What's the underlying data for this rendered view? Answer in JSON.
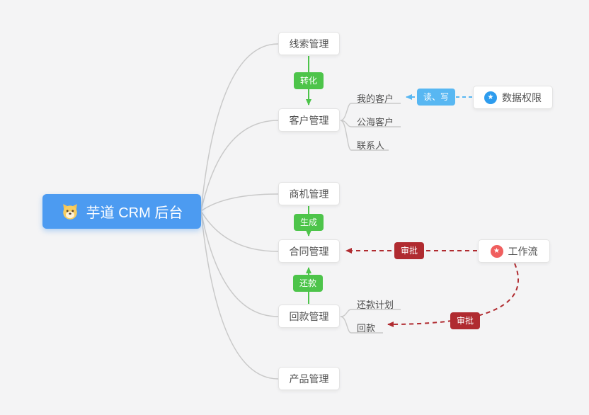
{
  "diagram": {
    "root": {
      "label": "芋道 CRM 后台",
      "icon": "dog-icon"
    },
    "branches": [
      {
        "id": "leads",
        "label": "线索管理"
      },
      {
        "id": "customers",
        "label": "客户管理",
        "children": [
          {
            "label": "我的客户"
          },
          {
            "label": "公海客户"
          },
          {
            "label": "联系人"
          }
        ]
      },
      {
        "id": "opportunities",
        "label": "商机管理"
      },
      {
        "id": "contracts",
        "label": "合同管理"
      },
      {
        "id": "receivables",
        "label": "回款管理",
        "children": [
          {
            "label": "还款计划"
          },
          {
            "label": "回款"
          }
        ]
      },
      {
        "id": "products",
        "label": "产品管理"
      }
    ],
    "side_nodes": [
      {
        "id": "data-permission",
        "label": "数据权限",
        "icon": "star-icon"
      },
      {
        "id": "workflow",
        "label": "工作流",
        "icon": "star-icon"
      }
    ],
    "edge_labels": {
      "convert": "转化",
      "generate": "生成",
      "repay": "还款",
      "read_write": "读、写",
      "approve_contract": "审批",
      "approve_receivable": "审批"
    }
  },
  "icons": {
    "star_glyph": "★"
  },
  "colors": {
    "page_bg": "#f4f4f5",
    "root_bg": "#4c9bf1",
    "green": "#4dc44a",
    "blue": "#58b7f2",
    "red": "#b02b30",
    "node_border": "#e3e3e3",
    "line_gray": "#c9c9c9",
    "icon_blue": "#2d9cee",
    "icon_red": "#f05f5f",
    "text": "#515151"
  }
}
